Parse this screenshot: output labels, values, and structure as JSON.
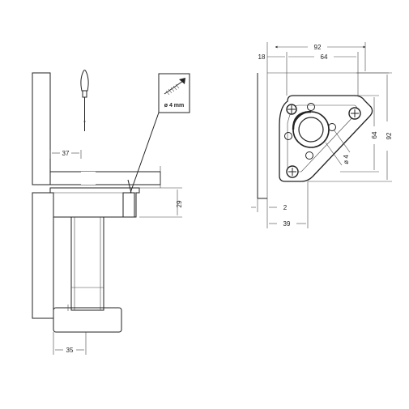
{
  "dimensions": {
    "d37": "37",
    "d29": "29",
    "d35": "35",
    "d92_top": "92",
    "d64_top": "64",
    "d18": "18",
    "d92_right": "92",
    "d64_right": "64",
    "d2": "2",
    "d39": "39",
    "phi4": "ø 4"
  },
  "screw_note": "ø 4 mm",
  "colors": {
    "line": "#222222",
    "hatch": "#555555",
    "fill": "#ffffff"
  }
}
